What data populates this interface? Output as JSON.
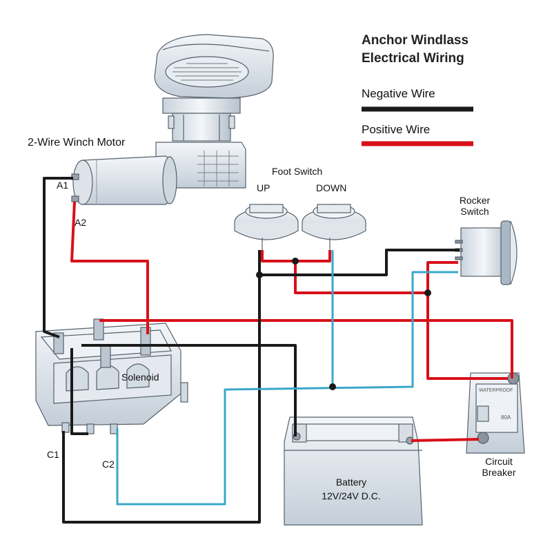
{
  "title_line1": "Anchor Windlass",
  "title_line2": "Electrical Wiring",
  "legend": {
    "negative": {
      "label": "Negative Wire",
      "color": "#1a1a1a"
    },
    "positive": {
      "label": "Positive Wire",
      "color": "#d8101a"
    }
  },
  "signal_wire_color": "#3aa7c8",
  "motor": {
    "label": "2-Wire Winch Motor",
    "terminal_a1": "A1",
    "terminal_a2": "A2"
  },
  "foot_switch": {
    "label": "Foot Switch",
    "up": "UP",
    "down": "DOWN"
  },
  "rocker_switch": {
    "label_line1": "Rocker",
    "label_line2": "Switch"
  },
  "solenoid": {
    "label": "Solenoid",
    "terminal_c1": "C1",
    "terminal_c2": "C2"
  },
  "battery": {
    "label_line1": "Battery",
    "label_line2": "12V/24V D.C."
  },
  "breaker": {
    "label_line1": "Circuit",
    "label_line2": "Breaker",
    "face_text": "WATERPROOF",
    "rating": "80A"
  }
}
